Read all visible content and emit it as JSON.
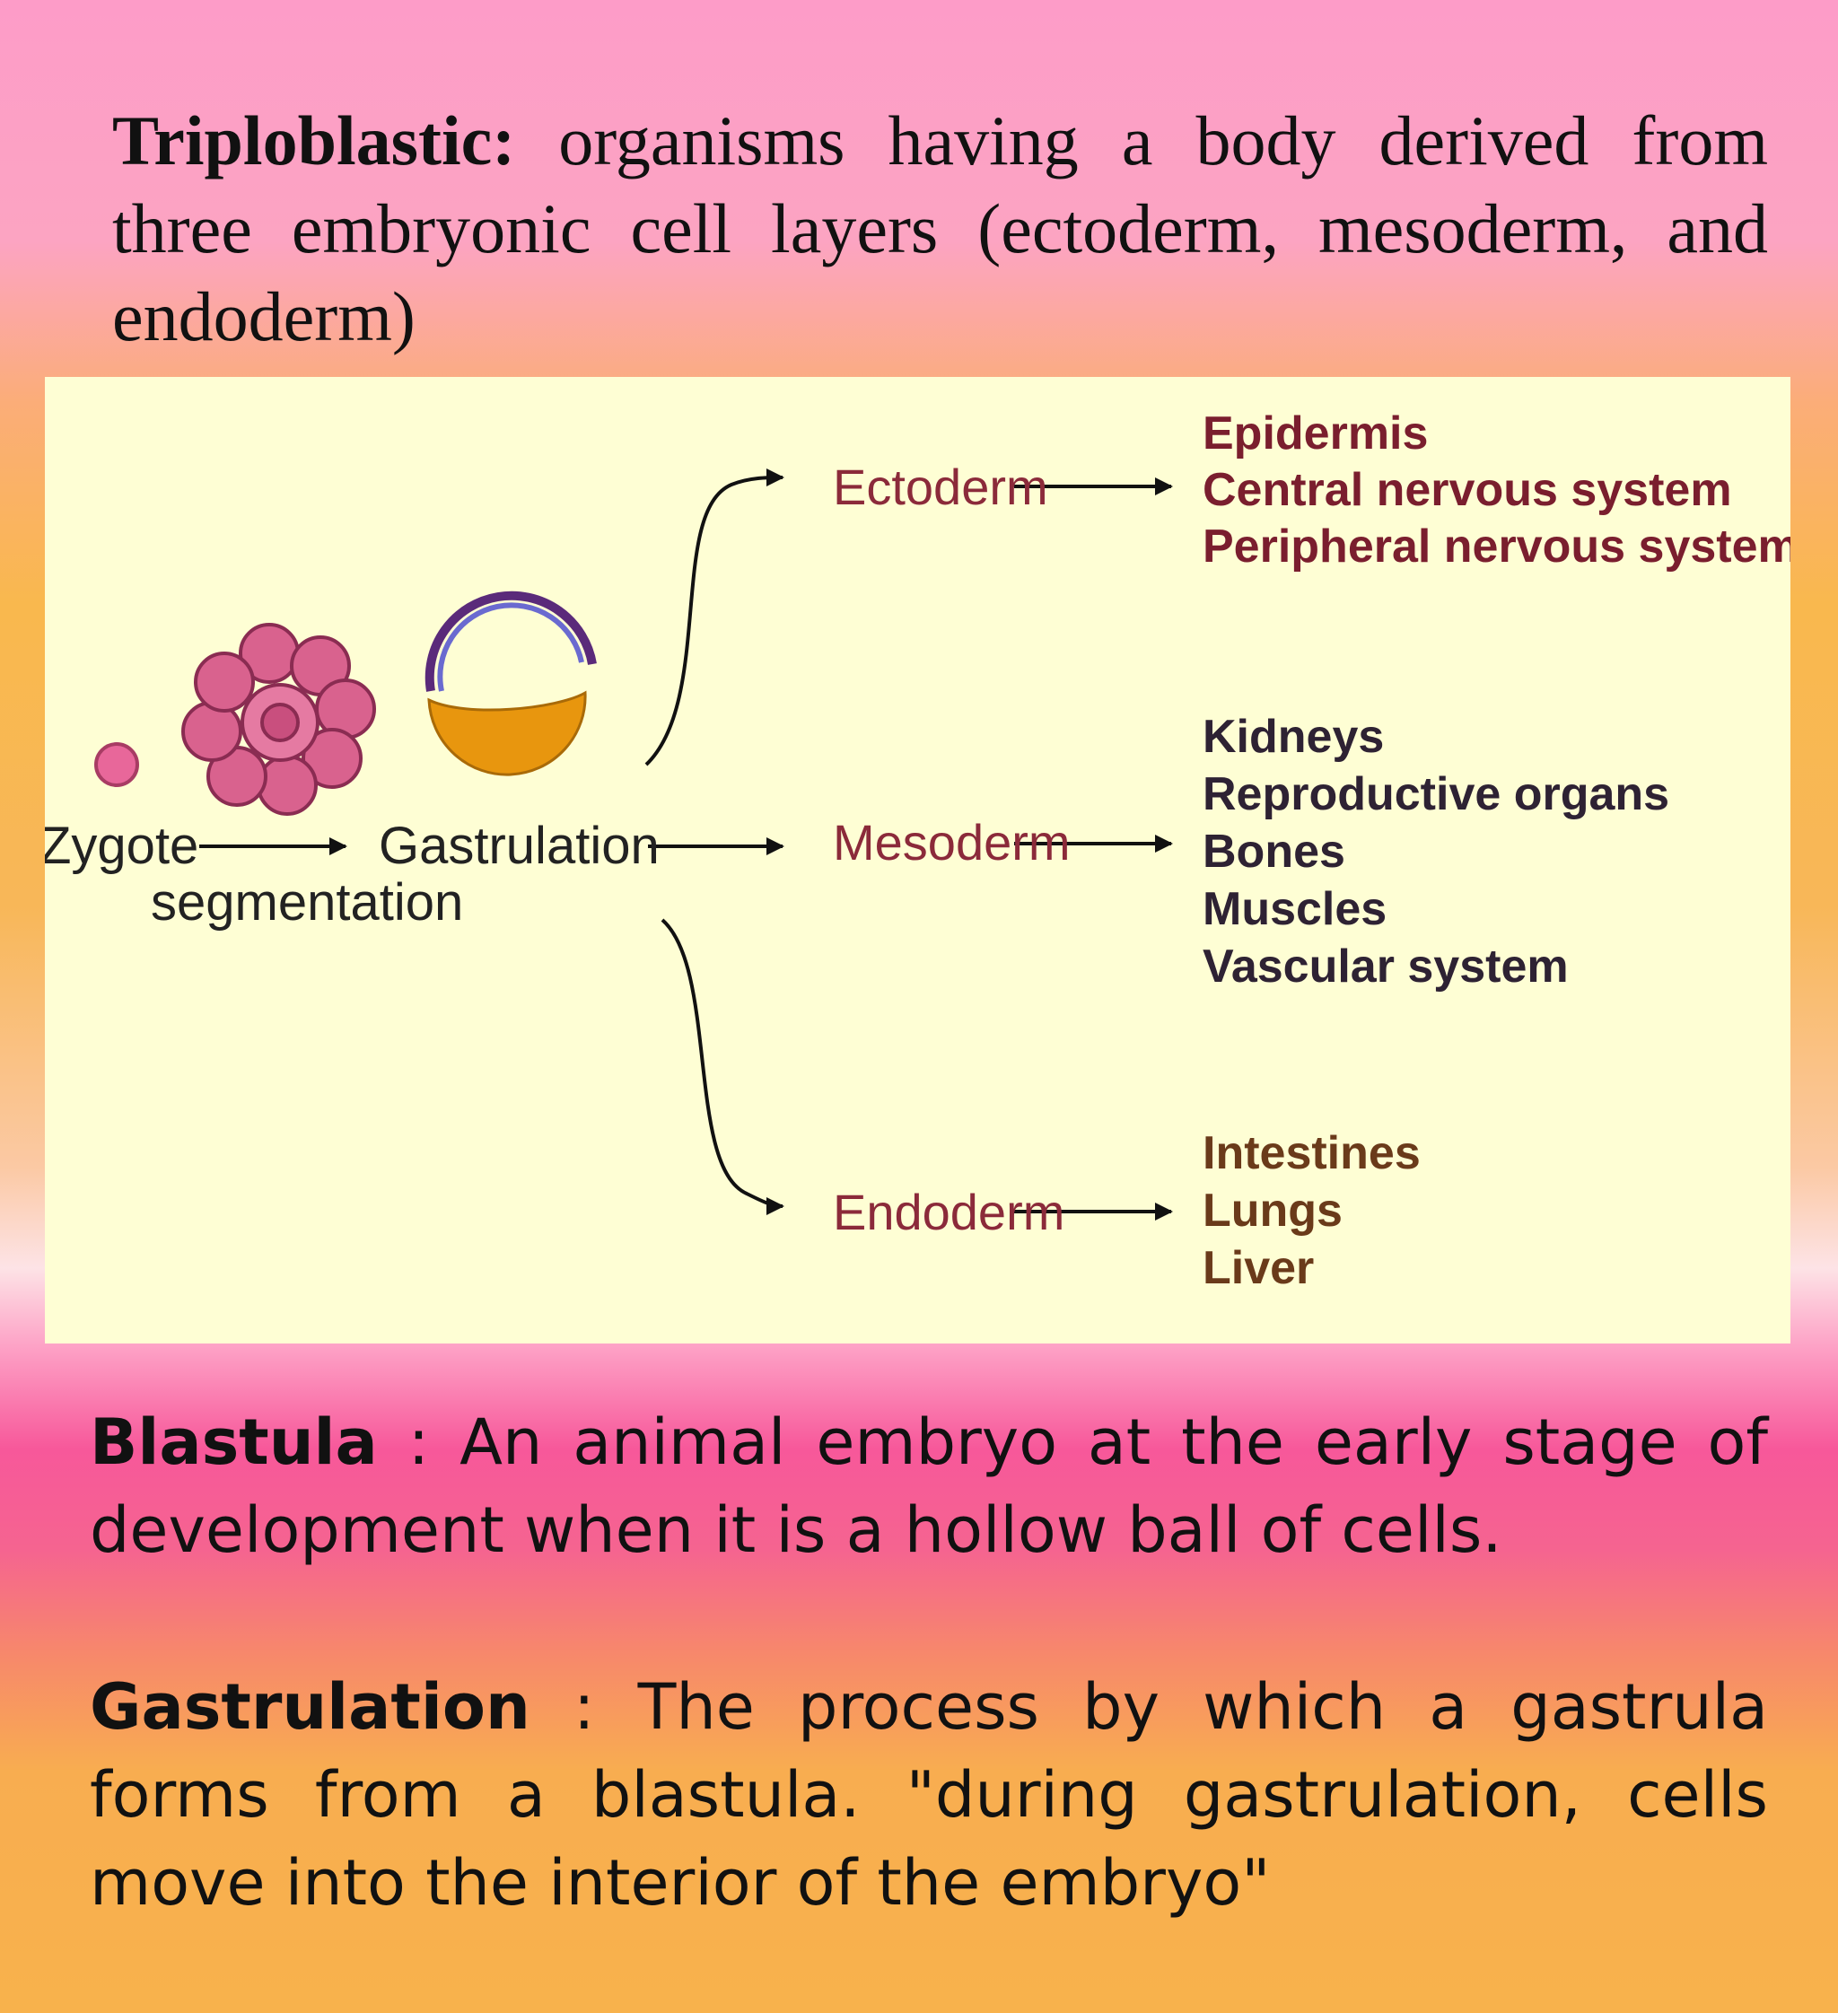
{
  "intro": {
    "term": "Triploblastic:",
    "text": " organisms having a body derived from three embryonic cell layers (ectoderm, mesoderm, and endoderm)"
  },
  "diagram": {
    "zygote": "Zygote",
    "segmentation": "segmentation",
    "gastrulation": "Gastrulation",
    "layers": [
      {
        "name": "Ectoderm",
        "organs": [
          "Epidermis",
          "Central nervous system",
          "Peripheral nervous system"
        ]
      },
      {
        "name": "Mesoderm",
        "organs": [
          "Kidneys",
          "Reproductive organs",
          "Bones",
          "Muscles",
          "Vascular system"
        ]
      },
      {
        "name": "Endoderm",
        "organs": [
          "Intestines",
          "Lungs",
          "Liver"
        ]
      }
    ],
    "colors": {
      "panel": "#fefed4",
      "zygote": "#e8679a",
      "morula": "#d9628e",
      "gastrula_yolk": "#e8960e",
      "gastrula_ring": "#5a2a7a",
      "layer_label": "#8b2a3a"
    }
  },
  "blastula": {
    "term": "Blastula",
    "text": " : An animal embryo at the early stage of development when it is a hollow ball of cells."
  },
  "gastrulation_def": {
    "term": "Gastrulation",
    "text": " : The process by which a gastrula forms from a blastula. \"during gastrulation, cells move into the interior of the embryo\""
  }
}
